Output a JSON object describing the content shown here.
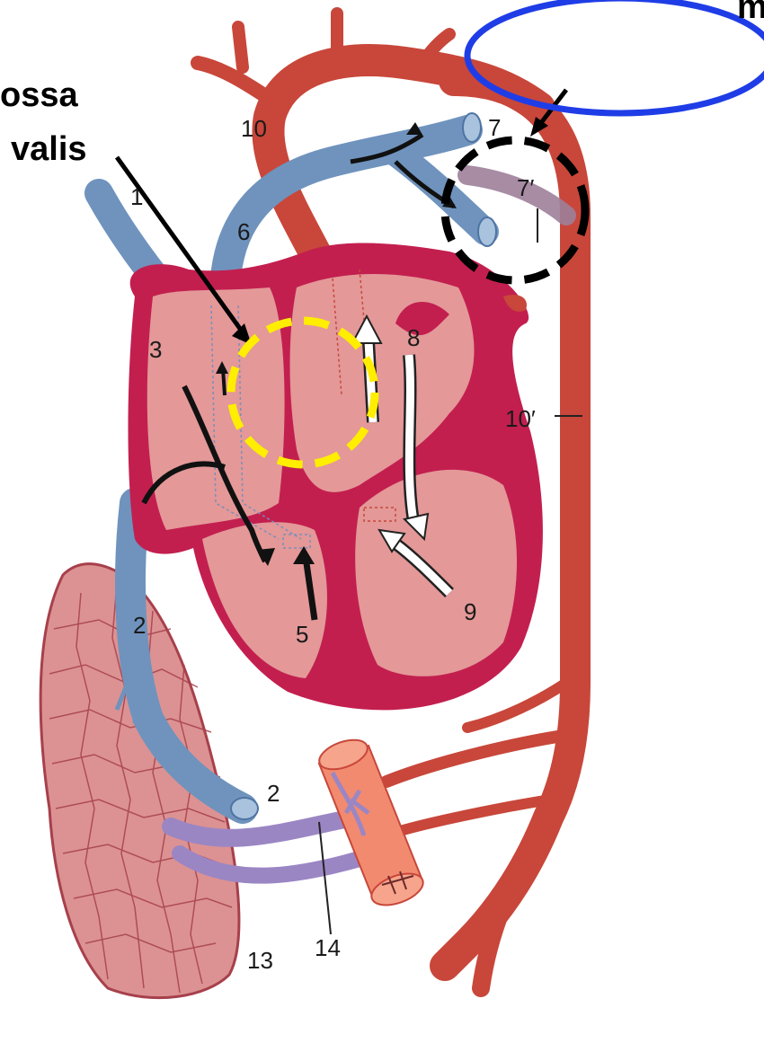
{
  "callout": {
    "line1": "ossa",
    "line2": "valis",
    "top_right_fragment": "m"
  },
  "labels": {
    "l1": "1",
    "l2a": "2",
    "l2b": "2",
    "l3": "3",
    "l5": "5",
    "l6": "6",
    "l7": "7",
    "l7p": "7′",
    "l8": "8",
    "l9": "9",
    "l10": "10",
    "l10p": "10′",
    "l13": "13",
    "l14": "14"
  },
  "colors": {
    "artery": "#c8473a",
    "vein": "#6f93bd",
    "heart_wall": "#c21f4f",
    "chamber": "#e49898",
    "lung": "#d88c8c",
    "purple_vessel": "#9b86c4",
    "salmon_vessel": "#f28a70",
    "blue_marker": "#1f3de6",
    "yellow_marker": "#ffee00",
    "black_marker": "#000000"
  },
  "icons": {
    "flow_arrow_dark": "black-flow-arrow-icon",
    "flow_arrow_white": "white-flow-arrow-icon"
  }
}
